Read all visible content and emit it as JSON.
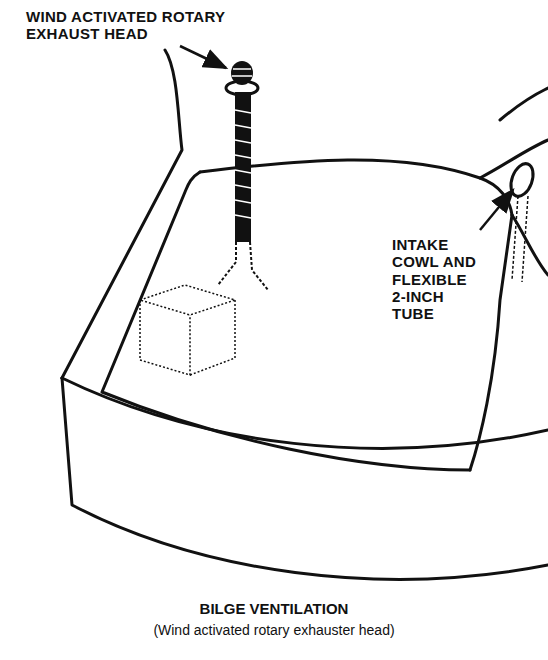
{
  "diagram": {
    "title": "BILGE VENTILATION",
    "caption": "(Wind activated rotary exhauster head)",
    "labels": [
      "WIND ACTIVATED ROTARY EXHAUST HEAD",
      "INTAKE COWL AND FLEXIBLE 2-INCH TUBE"
    ]
  }
}
